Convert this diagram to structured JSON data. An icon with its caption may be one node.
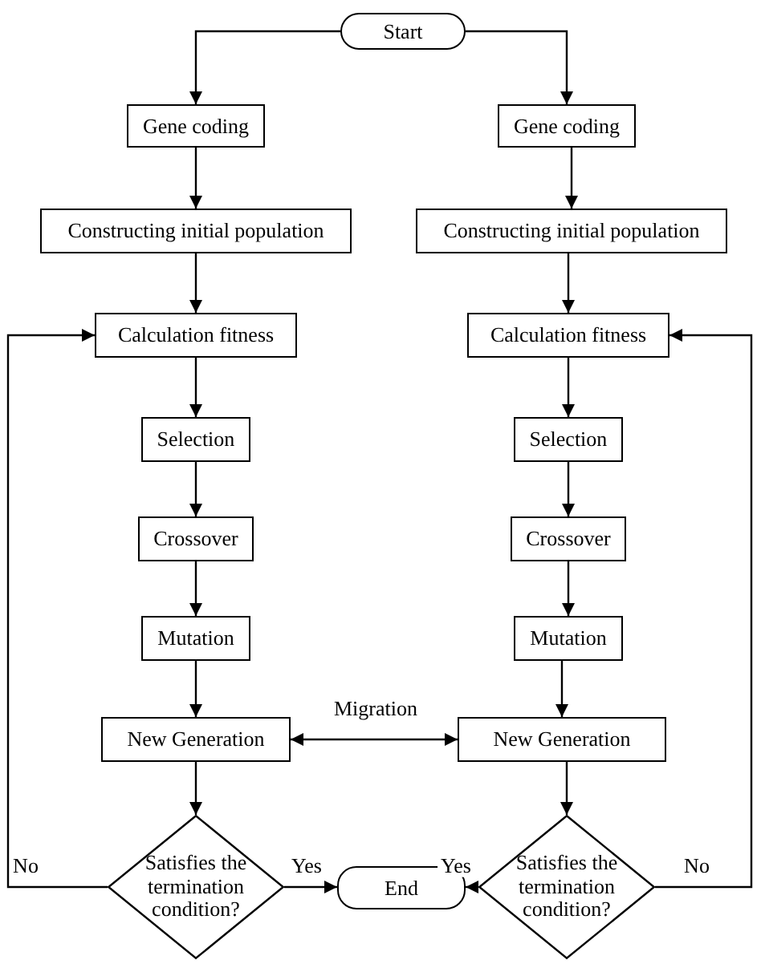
{
  "diagram": {
    "nodes": [
      {
        "text": [
          "Start"
        ]
      },
      {
        "text": [
          "Gene coding"
        ]
      },
      {
        "text": [
          "Gene coding"
        ]
      },
      {
        "text": [
          "Constructing initial population"
        ]
      },
      {
        "text": [
          "Constructing initial population"
        ]
      },
      {
        "text": [
          "Calculation fitness"
        ]
      },
      {
        "text": [
          "Calculation fitness"
        ]
      },
      {
        "text": [
          "Selection"
        ]
      },
      {
        "text": [
          "Selection"
        ]
      },
      {
        "text": [
          "Crossover"
        ]
      },
      {
        "text": [
          "Crossover"
        ]
      },
      {
        "text": [
          "Mutation"
        ]
      },
      {
        "text": [
          "Mutation"
        ]
      },
      {
        "text": [
          "New Generation"
        ]
      },
      {
        "text": [
          "New Generation"
        ]
      },
      {
        "text": [
          "Satisfies the termination condition?"
        ]
      },
      {
        "text": [
          "End"
        ]
      },
      {
        "text": [
          "Satisfies the termination condition?"
        ]
      }
    ],
    "edges": [
      {
        "from": 0,
        "to": 1,
        "arrow": "to"
      },
      {
        "from": 0,
        "to": 2,
        "arrow": "to"
      },
      {
        "from": 1,
        "to": 3,
        "arrow": "to"
      },
      {
        "from": 2,
        "to": 4,
        "arrow": "to"
      },
      {
        "from": 3,
        "to": 5,
        "arrow": "to"
      },
      {
        "from": 4,
        "to": 6,
        "arrow": "to"
      },
      {
        "from": 5,
        "to": 7,
        "arrow": "to"
      },
      {
        "from": 6,
        "to": 8,
        "arrow": "to"
      },
      {
        "from": 7,
        "to": 9,
        "arrow": "to"
      },
      {
        "from": 8,
        "to": 10,
        "arrow": "to"
      },
      {
        "from": 9,
        "to": 11,
        "arrow": "to"
      },
      {
        "from": 10,
        "to": 12,
        "arrow": "to"
      },
      {
        "from": 11,
        "to": 13,
        "arrow": "to"
      },
      {
        "from": 12,
        "to": 14,
        "arrow": "to"
      },
      {
        "from": 13,
        "to": 14,
        "arrow": "both",
        "label": "Migration"
      },
      {
        "from": 13,
        "to": 15,
        "arrow": "to"
      },
      {
        "from": 14,
        "to": 17,
        "arrow": "to"
      },
      {
        "from": 15,
        "to": 16,
        "arrow": "to",
        "label": "Yes"
      },
      {
        "from": 17,
        "to": 16,
        "arrow": "to",
        "label": "Yes"
      },
      {
        "from": 15,
        "to": 5,
        "arrow": "to",
        "label": "No"
      },
      {
        "from": 17,
        "to": 6,
        "arrow": "to",
        "label": "No"
      }
    ]
  }
}
